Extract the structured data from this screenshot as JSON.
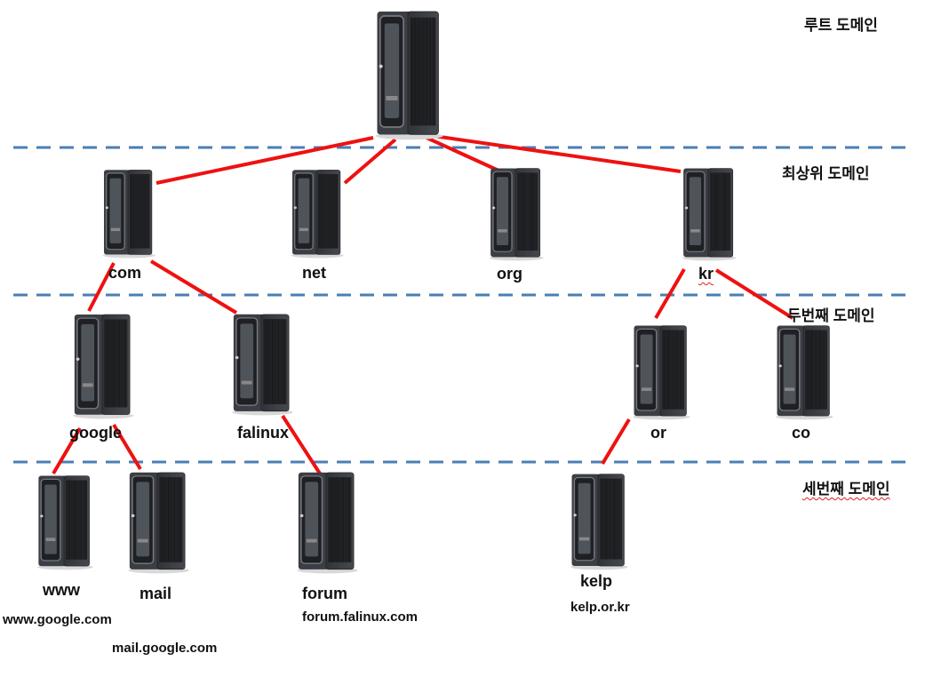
{
  "levels": {
    "root": "루트 도메인",
    "tld": "최상위 도메인",
    "second": "두번째 도메인",
    "third": "세번째 도메인"
  },
  "nodes": {
    "root": "",
    "com": "com",
    "net": "net",
    "org": "org",
    "kr": "kr",
    "google": "google",
    "falinux": "falinux",
    "or": "or",
    "co": "co",
    "www": "www",
    "mail": "mail",
    "forum": "forum",
    "kelp": "kelp"
  },
  "fqdn": {
    "www": "www.google.com",
    "mail": "mail.google.com",
    "forum": "forum.falinux.com",
    "kelp": "kelp.or.kr"
  },
  "colors": {
    "edge": "#ee1111",
    "level_divider": "#4a7fb5",
    "server_body": "#3a3d42"
  },
  "icons": {
    "server": "server-tower-icon"
  }
}
